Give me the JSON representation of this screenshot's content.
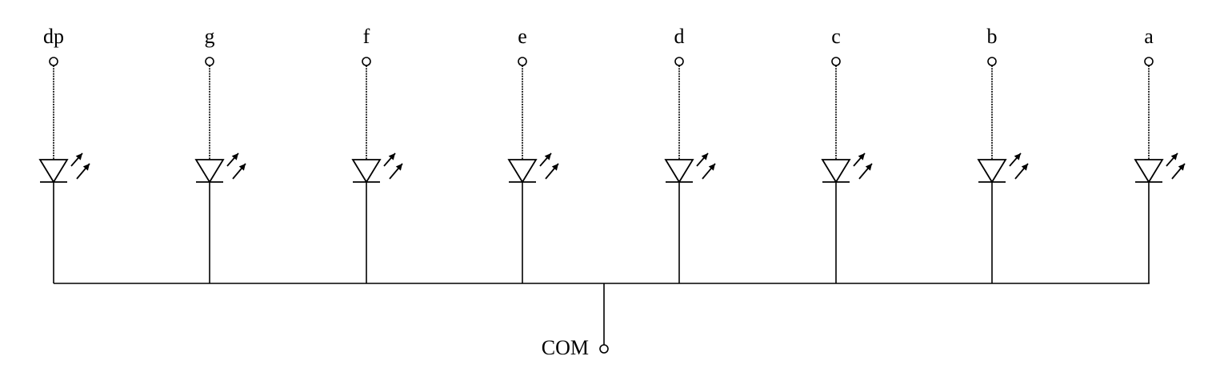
{
  "segments": [
    {
      "label": "dp"
    },
    {
      "label": "g"
    },
    {
      "label": "f"
    },
    {
      "label": "e"
    },
    {
      "label": "d"
    },
    {
      "label": "c"
    },
    {
      "label": "b"
    },
    {
      "label": "a"
    }
  ],
  "common": {
    "label": "COM"
  },
  "colors": {
    "line": "#000000",
    "background": "#ffffff"
  }
}
